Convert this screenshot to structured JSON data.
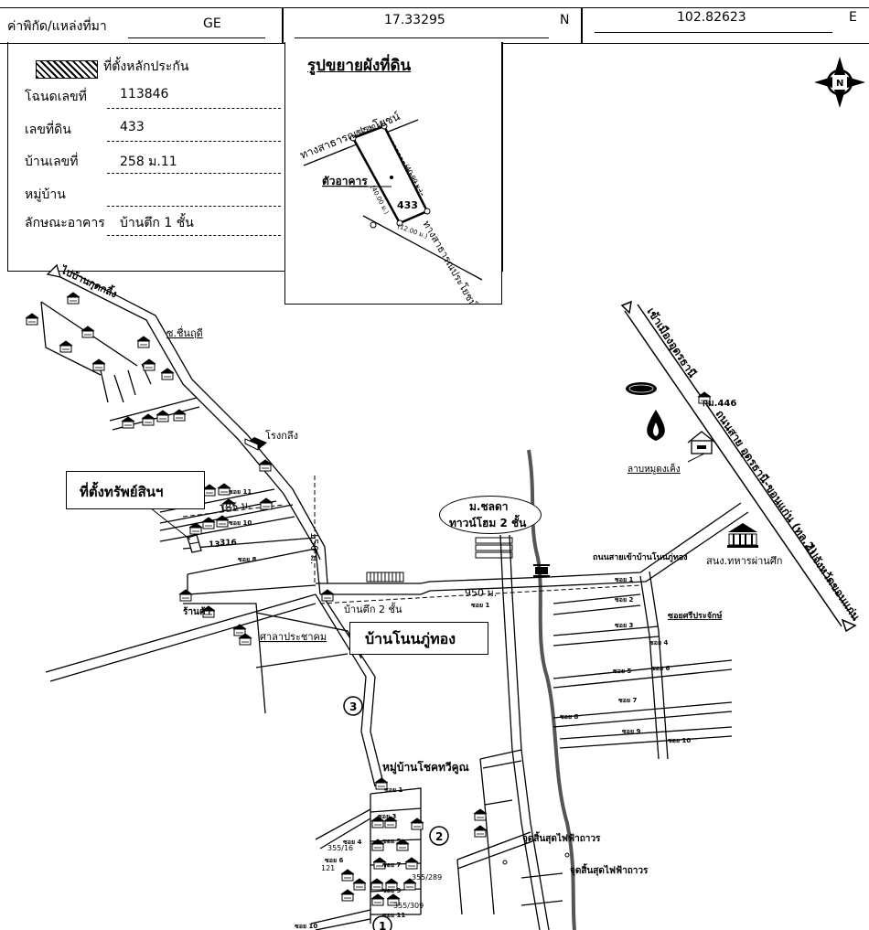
{
  "header": {
    "coord_label": "ค่าพิกัด/แหล่งที่มา",
    "source": "GE",
    "lat": "17.33295",
    "lat_suffix": "N",
    "lon": "102.82623",
    "lon_suffix": "E"
  },
  "info": {
    "legend_label": "ที่ตั้งหลักประกัน",
    "rows": [
      {
        "label": "โฉนดเลขที่",
        "value": "113846"
      },
      {
        "label": "เลขที่ดิน",
        "value": "433"
      },
      {
        "label": "บ้านเลขที่",
        "value": "258 ม.11"
      },
      {
        "label": "หมู่บ้าน",
        "value": ""
      },
      {
        "label": "ลักษณะอาคาร",
        "value": "บ้านตึก 1 ชั้น"
      }
    ]
  },
  "inset": {
    "title": "รูปขยายผังที่ดิน",
    "road_top": "ทางสาธารณประโยชน์",
    "road_bottom": "ทางสาธารณประโยชน์",
    "building": "ตัวอาคาร",
    "plot": "433",
    "dim_top": "(12.00 ม.)",
    "dim_bottom": "(12.00 ม.)",
    "dim_left": "(40.00 ม.)",
    "dim_right": "(40.00 ม.)"
  },
  "map": {
    "north": "N",
    "to_kutkling": "ไปบ้านกุดกลิ้ง",
    "soi_chuenrudee": "ซ.ชื่นฤดี",
    "factory": "โรงกลึง",
    "asset_box": "ที่ตั้งทรัพย์สินฯ",
    "dist_185": "185 ม.",
    "dist_150": "150 ม.",
    "dist_950": "950 ม.",
    "house_13": "13",
    "house_316": "316",
    "soi_10_left": "ซอย 10",
    "soi_11_left": "ซอย 11",
    "soi_8_left": "ซอย 8",
    "shop": "ร้านค้า",
    "sala": "ศาลาประชาคม",
    "house2": "บ้านตึก 2 ชั้น",
    "village_main": "บ้านโนนภู่ทอง",
    "townhome_1": "ม.ชลดา",
    "townhome_2": "ทาวน์โฮม 2 ชั้น",
    "road_entry": "ถนนสายเข้าบ้านโนนภู่ทอง",
    "to_udon": "เข้าเมืองอุดรธานี",
    "highway": "ถนนสาย อุดรธานี-ขอนแก่น (ทล.2)",
    "to_khonkaen": "ไปจังหวัดขอนแก่น",
    "km": "กม.446",
    "larb": "ลาบหมูดงเค็ง",
    "military": "สนง.ทหารผ่านศึก",
    "soi_1": "ซอย 1",
    "soi_1b": "ซอย 1",
    "soi_2": "ซอย 2",
    "soi_3": "ซอย 3",
    "soi_4": "ซอย 4",
    "soi_5": "ซอย 5",
    "soi_6": "ซอย 6",
    "soi_7": "ซอย 7",
    "soi_8": "ซอย 8",
    "soi_9": "ซอย 9",
    "soi_10": "ซอย 10",
    "soi_sriprajak": "ซอยศรีประจักษ์",
    "village_chok": "หมู่บ้านโชคทวีคูณ",
    "substation_1": "จุดสิ้นสุดไฟฟ้าถาวร",
    "substation_2": "จุดสิ้นสุดไฟฟ้าถาวร",
    "marker_1": "1",
    "marker_2": "2",
    "marker_3": "3",
    "h_355_16": "355/16",
    "h_121": "121",
    "h_355_289": "355/289",
    "h_355_309": "355/309",
    "s_1": "ซอย 1",
    "s_3": "ซอย 3",
    "s_4": "ซอย 4",
    "s_5": "ซอย 5",
    "s_6": "ซอย 6",
    "s_7": "ซอย 7",
    "s_9": "ซอย 9",
    "s_10": "ซอย 10",
    "s_11": "ซอย 11"
  }
}
